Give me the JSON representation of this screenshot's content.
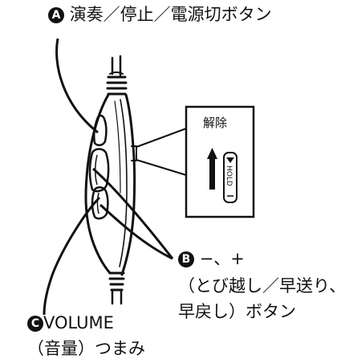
{
  "callouts": {
    "a": {
      "badge": "A",
      "text": "演奏／停止／電源切ボタン"
    },
    "b": {
      "badge": "B",
      "line1": "−、+",
      "line2": "（とび越し／早送り、",
      "line3": "早戻し）ボタン"
    },
    "c": {
      "badge": "C",
      "line1": "VOLUME",
      "line2": "（音量）つまみ"
    }
  },
  "inset": {
    "release_label": "解除",
    "hold_label": "HOLD"
  }
}
